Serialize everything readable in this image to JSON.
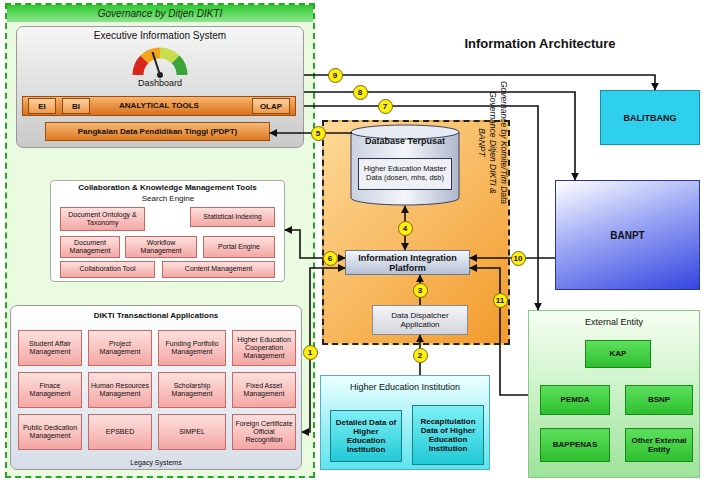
{
  "diagram": {
    "title": "Information Architecture",
    "nodes": [
      {
        "text": [
          "Governance by Ditjen DIKTI"
        ]
      },
      {
        "text": [
          "Executive Information System"
        ],
        "in": 0
      },
      {
        "text": [
          "ANALYTICAL TOOLS"
        ],
        "in": 1
      },
      {
        "text": [
          "EI"
        ],
        "in": 2
      },
      {
        "text": [
          "BI"
        ],
        "in": 2
      },
      {
        "text": [
          "OLAP"
        ],
        "in": 2
      },
      {
        "text": [
          "Pangkalan Data Pendidikan Tinggi (PDPT)"
        ],
        "in": 1
      },
      {
        "text": [
          "Collaboration & Knowledge Management Tools"
        ],
        "in": 0
      },
      {
        "text": [
          "Document Ontology & Taxonomy"
        ],
        "in": 7
      },
      {
        "text": [
          "Statistical Indexing"
        ],
        "in": 7
      },
      {
        "text": [
          "Document Management"
        ],
        "in": 7
      },
      {
        "text": [
          "Workflow Management"
        ],
        "in": 7
      },
      {
        "text": [
          "Portal Engine"
        ],
        "in": 7
      },
      {
        "text": [
          "Collaboration Tool"
        ],
        "in": 7
      },
      {
        "text": [
          "Content Management"
        ],
        "in": 7
      },
      {
        "text": [
          "DIKTI Transactional Applications",
          "Legacy Systems"
        ],
        "in": 0
      },
      {
        "text": [
          "Student Affair Management"
        ],
        "in": 15
      },
      {
        "text": [
          "Project Management"
        ],
        "in": 15
      },
      {
        "text": [
          "Funding Portfolio Management"
        ],
        "in": 15
      },
      {
        "text": [
          "Higher Education Cooperation Management"
        ],
        "in": 15
      },
      {
        "text": [
          "Finace Management"
        ],
        "in": 15
      },
      {
        "text": [
          "Human Resources Management"
        ],
        "in": 15
      },
      {
        "text": [
          "Scholarship Management"
        ],
        "in": 15
      },
      {
        "text": [
          "Fixed Asset Management"
        ],
        "in": 15
      },
      {
        "text": [
          "Public Dedication Management"
        ],
        "in": 15
      },
      {
        "text": [
          "EPSBED"
        ],
        "in": 15
      },
      {
        "text": [
          "SIMPEL"
        ],
        "in": 15
      },
      {
        "text": [
          "Foreign Certificate Official Recognition"
        ],
        "in": 15
      },
      {
        "text": [
          "Governance by Komite/Tim Data Governance Ditjen DIKTI & BANPT"
        ]
      },
      {
        "text": [
          "Database Terpusat"
        ],
        "in": 28
      },
      {
        "text": [
          "Higher Education Master Data (dosen, mhs, dsb)"
        ],
        "in": 29
      },
      {
        "text": [
          "Information Integration Platform"
        ],
        "in": 28
      },
      {
        "text": [
          "Data Dispatcher Application"
        ],
        "in": 28
      },
      {
        "text": [
          "Higher Education Institution"
        ]
      },
      {
        "text": [
          "Detailed Data of Higher Education Institution"
        ],
        "in": 33
      },
      {
        "text": [
          "Recapitulation Data of Higher Education Institution"
        ],
        "in": 33
      },
      {
        "text": [
          "BALITBANG"
        ]
      },
      {
        "text": [
          "BANPT"
        ]
      },
      {
        "text": [
          "External Entity"
        ]
      },
      {
        "text": [
          "KAP"
        ],
        "in": 38
      },
      {
        "text": [
          "PEMDA"
        ],
        "in": 38
      },
      {
        "text": [
          "BSNP"
        ],
        "in": 38
      },
      {
        "text": [
          "BAPPENAS"
        ],
        "in": 38
      },
      {
        "text": [
          "Other External Entity"
        ],
        "in": 38
      }
    ],
    "edges": [
      {
        "from": 15,
        "to": 31,
        "label": "1",
        "arrow": "both"
      },
      {
        "from": 33,
        "to": 32,
        "label": "2",
        "arrow": "to"
      },
      {
        "from": 32,
        "to": 31,
        "label": "3",
        "arrow": "to"
      },
      {
        "from": 31,
        "to": 29,
        "label": "4",
        "arrow": "both"
      },
      {
        "from": 29,
        "to": 6,
        "label": "5",
        "arrow": "to"
      },
      {
        "from": 7,
        "to": 31,
        "label": "6",
        "arrow": "both"
      },
      {
        "from": 1,
        "to": 38,
        "label": "7",
        "arrow": "to"
      },
      {
        "from": 1,
        "to": 37,
        "label": "8",
        "arrow": "to"
      },
      {
        "from": 1,
        "to": 36,
        "label": "9",
        "arrow": "to"
      },
      {
        "from": 37,
        "to": 31,
        "label": "10",
        "arrow": "to"
      },
      {
        "from": 38,
        "to": 31,
        "label": "11",
        "arrow": "to"
      }
    ],
    "labels": [
      "Dashboard",
      "Search Engine"
    ]
  }
}
